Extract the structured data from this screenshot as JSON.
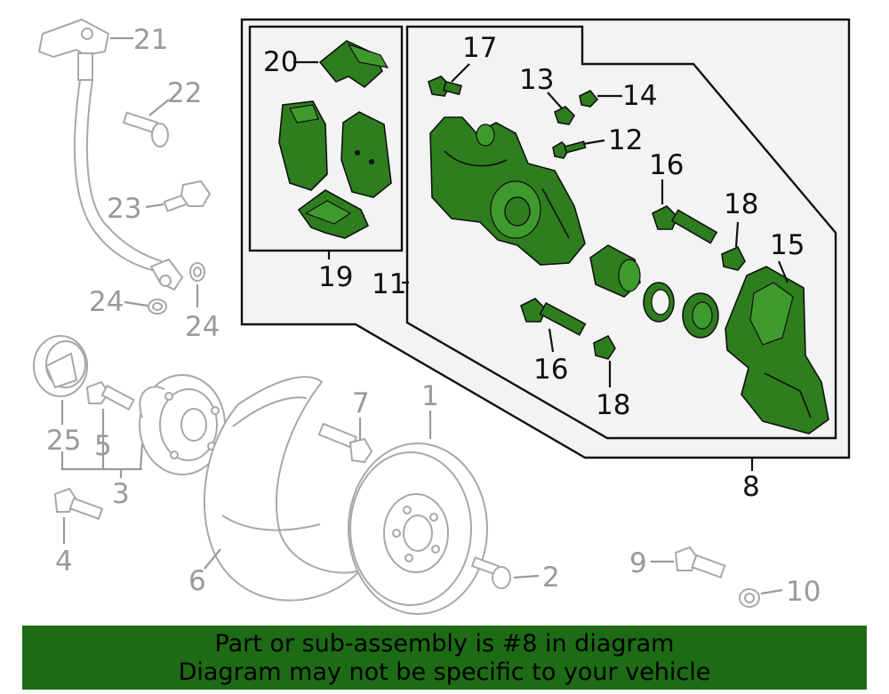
{
  "callouts": {
    "c1": "1",
    "c2": "2",
    "c3": "3",
    "c4": "4",
    "c5": "5",
    "c6": "6",
    "c7": "7",
    "c8": "8",
    "c9": "9",
    "c10": "10",
    "c11": "11",
    "c12": "12",
    "c13": "13",
    "c14": "14",
    "c15": "15",
    "c16a": "16",
    "c16b": "16",
    "c17": "17",
    "c18a": "18",
    "c18b": "18",
    "c19": "19",
    "c20": "20",
    "c21": "21",
    "c22": "22",
    "c23": "23",
    "c24a": "24",
    "c24b": "24",
    "c25": "25"
  },
  "highlight_color": "#2e7d1f",
  "banner": {
    "line1": "Part or sub-assembly is #8 in diagram",
    "line2": "Diagram may not be specific to your vehicle"
  }
}
